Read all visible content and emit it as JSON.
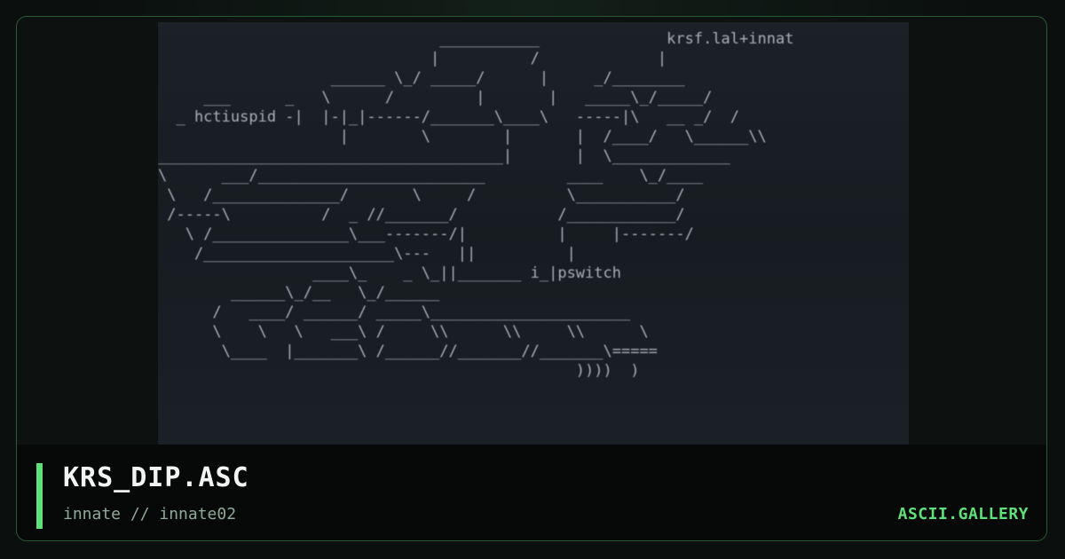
{
  "artwork": {
    "ascii": "                               ___________              krsf.lal+innat\n                              |          /             |\n                   ______ \\_/ _____/      |     _/________\n     ___      _   \\      /         |       |   _____\\_/_____/\n  _ hctiuspid -|  |-|_|------/_______\\____\\   -----|\\   __ _/  /\n                    |        \\        |       |  /____/   \\______\\\\\n______________________________________|       |  \\_____________\n\\      ___/_________________________         ____    \\_/____\n \\   /______________/       \\     /          \\___________/\n /-----\\          /  _ //_______/           /____________/\n   \\ /_______________\\___-------/|          |     |-------/\n    /_____________________\\---   ||          |\n                 ____\\_    _ \\_||_______ i_|pswitch\n        ______\\_/__   \\_/______\n      /   ____/ ______/ _____\\______________________\n      \\    \\   \\   ___\\ /     \\\\      \\\\     \\\\      \\\n       \\____  |_______\\ /______//_______//_______\\=====\n                                              ))))  )"
  },
  "footer": {
    "title": "KRS_DIP.ASC",
    "subtitle": "innate // innate02",
    "brand": "ASCII.GALLERY"
  },
  "colors": {
    "accent": "#5fe07a",
    "card_border": "#2a5a35",
    "footer_bg": "#070909",
    "art_bg": "#1b2127"
  }
}
